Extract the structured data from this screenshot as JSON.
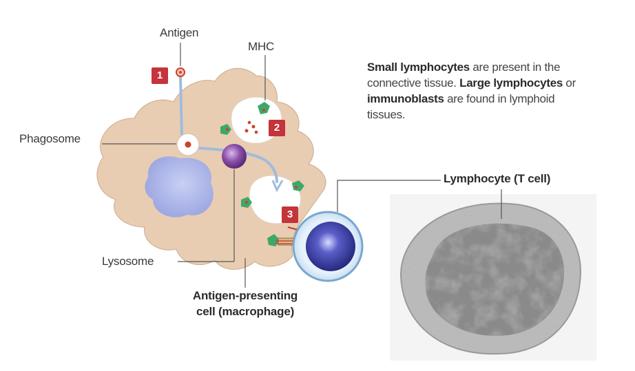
{
  "labels": {
    "antigen": "Antigen",
    "mhc": "MHC",
    "phagosome": "Phagosome",
    "lysosome": "Lysosome",
    "apc_line1": "Antigen-presenting",
    "apc_line2": "cell (macrophage)",
    "lymphocyte": "Lymphocyte (T cell)"
  },
  "steps": [
    "1",
    "2",
    "3"
  ],
  "description": {
    "small_bold": "Small lymphocytes",
    "small_rest": " are present in the connective tissue. ",
    "large_bold": "Large lymphocytes",
    "or": " or ",
    "immuno_bold": "immunoblasts",
    "end": " are found in lymphoid tissues."
  },
  "colors": {
    "macrophage": "#e8cdb2",
    "nucleus": "#aab4e6",
    "lysosome": "#8a4fa8",
    "tcell": "#3a3ea0",
    "mhc": "#3ea86a",
    "step_badge": "#c4343a",
    "pathway": "#8fb0d6"
  }
}
